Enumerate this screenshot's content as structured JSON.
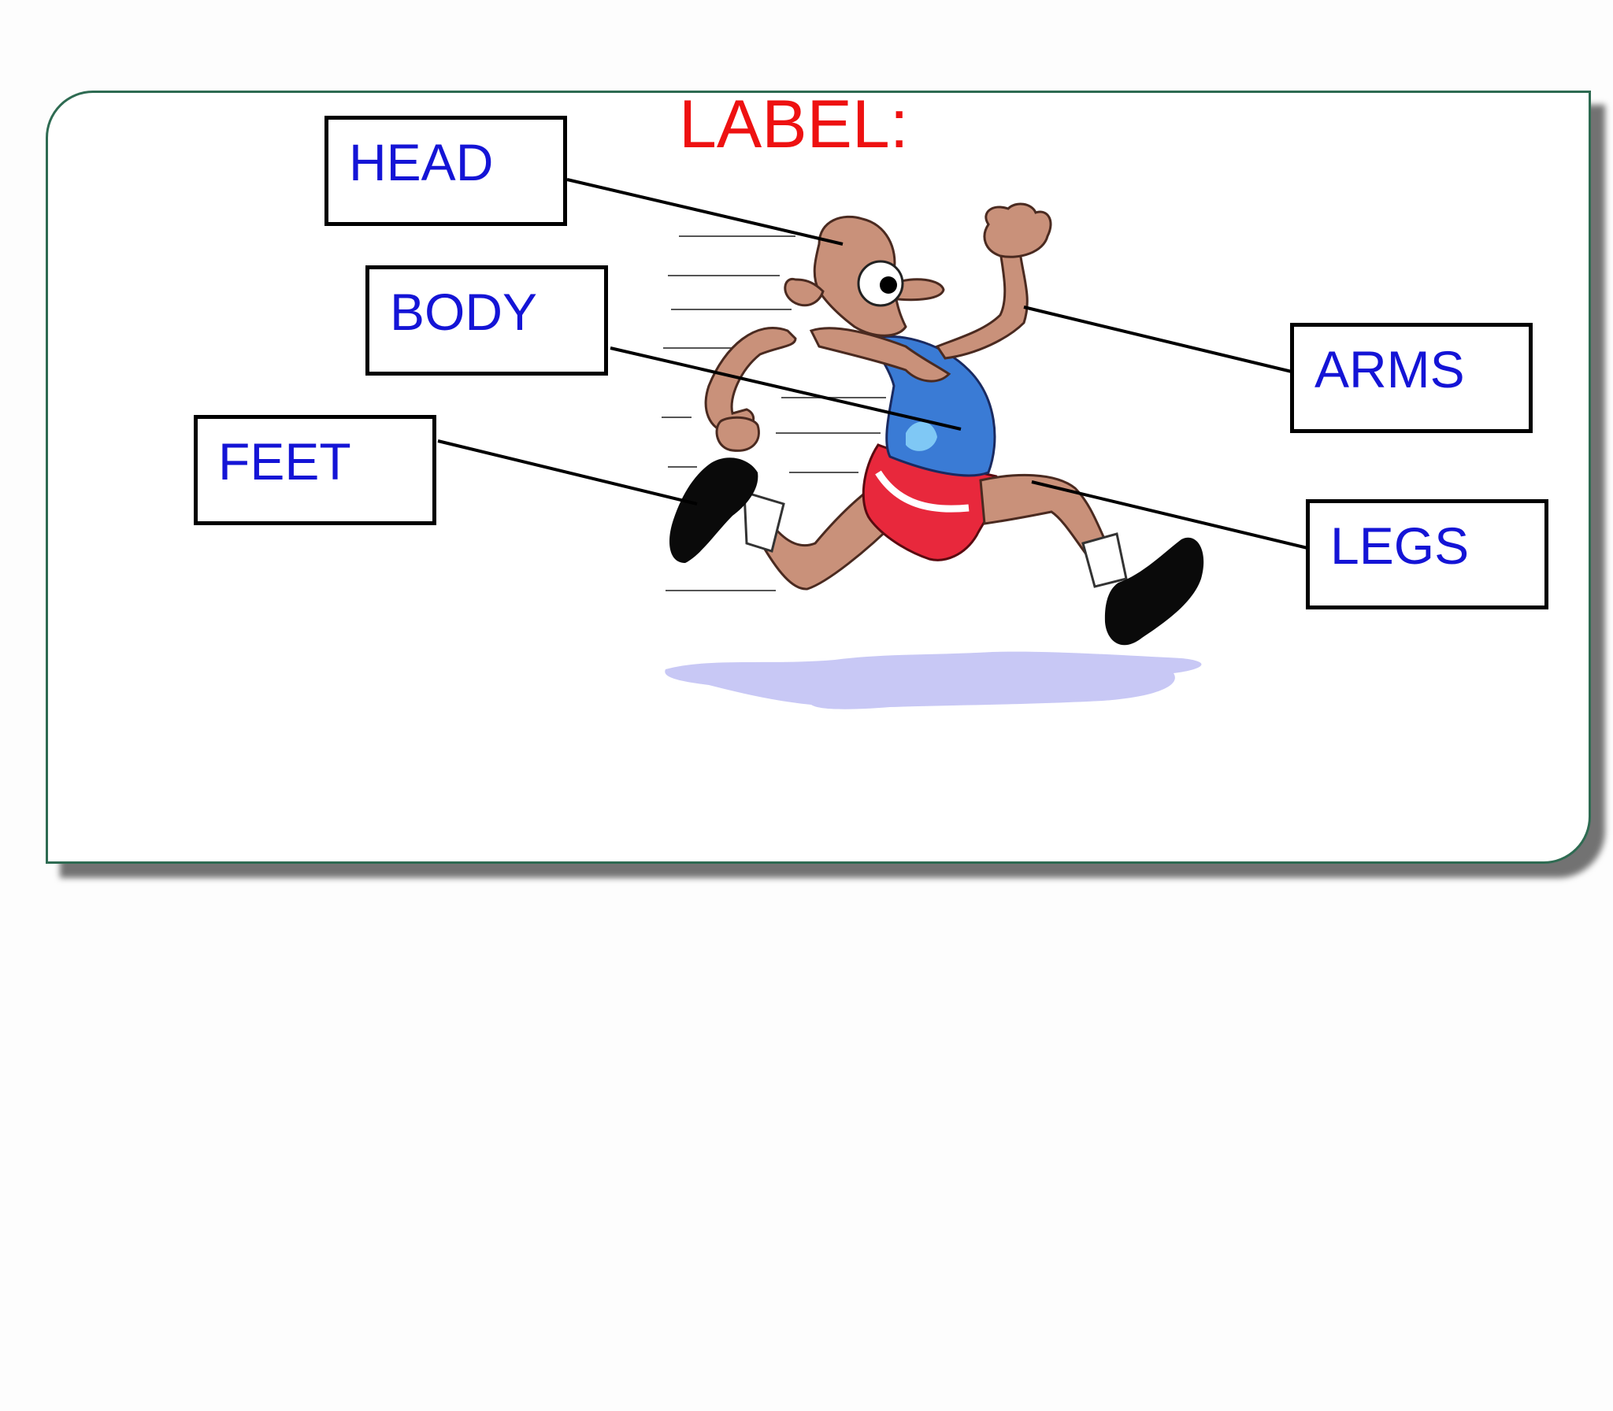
{
  "title": "LABEL:",
  "labels": [
    {
      "id": "head",
      "text": "HEAD"
    },
    {
      "id": "body",
      "text": "BODY"
    },
    {
      "id": "feet",
      "text": "FEET"
    },
    {
      "id": "arms",
      "text": "ARMS"
    },
    {
      "id": "legs",
      "text": "LEGS"
    }
  ],
  "colors": {
    "title": "#ee1111",
    "label_text": "#1414d6",
    "panel_border": "#2e6b52",
    "skin": "#c9917a",
    "vest": "#3a7bd5",
    "shorts": "#e8283c",
    "shadow": "#c8c8f5"
  }
}
